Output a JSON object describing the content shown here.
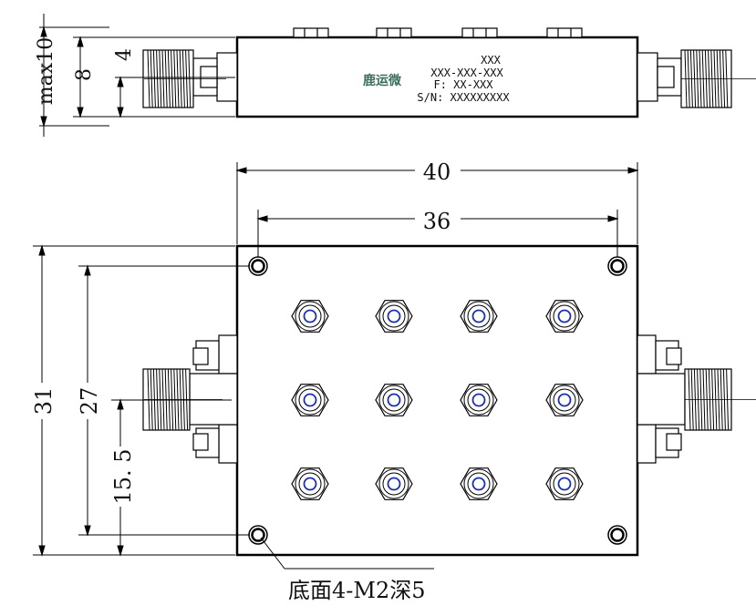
{
  "side_view": {
    "dims": {
      "max_height": "max10",
      "body_height": "8",
      "center": "4"
    },
    "label": {
      "line1": "XXX",
      "line2": "XXX-XXX-XXX",
      "line3": "F: XX-XXX",
      "line4": "S/N: XXXXXXXXX",
      "logo": "鹿运微"
    }
  },
  "top_view": {
    "dims": {
      "width_outer": "40",
      "width_holes": "36",
      "height_outer": "31",
      "height_holes": "27",
      "connector_offset": "15. 5"
    },
    "note": "底面4-M2深5"
  },
  "colors": {
    "line": "#000000",
    "screw_core": "#1a2fb4",
    "logo": "#3b6e5c"
  }
}
